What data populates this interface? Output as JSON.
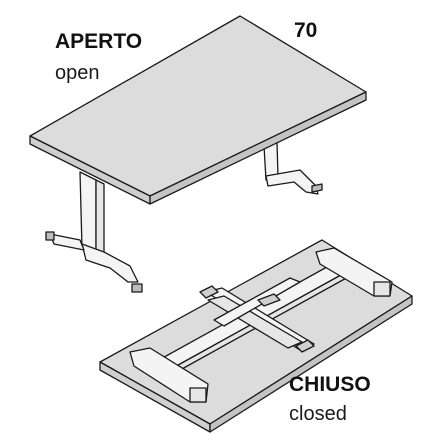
{
  "product_code": "70",
  "open_state": {
    "title": "APERTO",
    "subtitle": "open"
  },
  "closed_state": {
    "title": "CHIUSO",
    "subtitle": "closed"
  },
  "colors": {
    "tabletop_fill": "#dcdcdc",
    "frame_fill": "#f4f4f4",
    "outline": "#1a1a1a"
  }
}
